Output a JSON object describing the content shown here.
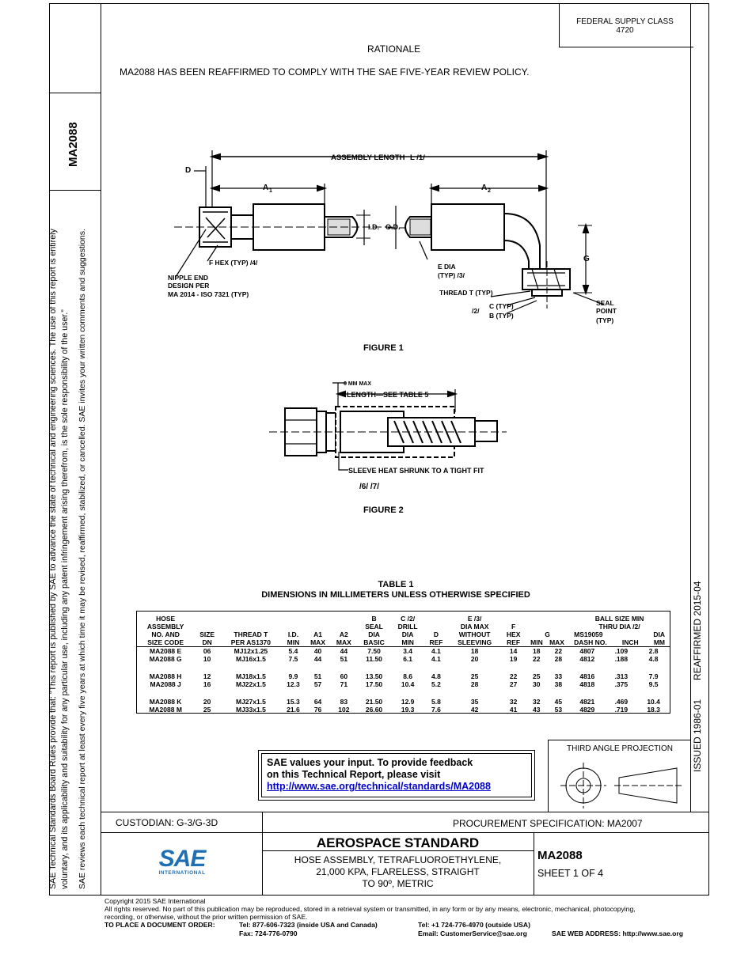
{
  "header": {
    "federal_supply_line1": "FEDERAL SUPPLY CLASS",
    "federal_supply_line2": "4720",
    "rationale_title": "RATIONALE",
    "rationale_text": "MA2088 HAS BEEN REAFFIRMED TO COMPLY WITH THE SAE FIVE-YEAR REVIEW POLICY."
  },
  "margin": {
    "doc_number": "MA2088",
    "disclaimer_line1": "SAE Technical Standards Board Rules provide that: “This report is published by SAE to advance the state of technical and engineering sciences. The use of this report is entirely",
    "disclaimer_line2": "voluntary, and its applicability and suitability for any particular use, including any patent infringement arising therefrom, is the sole responsibility of the user.”",
    "review_line": "SAE reviews each technical report at least every five years at which time it may be revised, reaffirmed, stabilized, or cancelled. SAE invites your written comments and suggestions.",
    "issued": "ISSUED 1986-01",
    "reaffirmed": "REAFFIRMED 2015-04"
  },
  "figure1": {
    "assembly_length": "ASSEMBLY LENGTH",
    "l_ref": "L  /1/",
    "d": "D",
    "a1": "A",
    "a1_sub": "1",
    "a2": "A",
    "a2_sub": "2",
    "id": "I.D.",
    "od": "O.D.",
    "f_hex": "F HEX (TYP) /4/",
    "nipple_1": "NIPPLE END",
    "nipple_2": "DESIGN PER",
    "nipple_3": "MA 2014 - ISO 7321 (TYP)",
    "e_dia_1": "E DIA",
    "e_dia_2": "(TYP)  /3/",
    "thread": "THREAD T (TYP)",
    "c_typ": "C (TYP)",
    "b_typ": "B (TYP)",
    "note2": "/2/",
    "g": "G",
    "seal_1": "SEAL",
    "seal_2": "POINT",
    "seal_3": "(TYP)",
    "caption": "FIGURE 1"
  },
  "figure2": {
    "max": "6  MM MAX",
    "length": "LENGTH—SEE TABLE 5",
    "sleeve": "SLEEVE HEAT SHRUNK TO A TIGHT FIT",
    "notes": "/6/ /7/",
    "caption": "FIGURE 2"
  },
  "table1": {
    "title": "TABLE 1",
    "subtitle": "DIMENSIONS IN MILLIMETERS UNLESS OTHERWISE SPECIFIED",
    "headers": {
      "hose": [
        "HOSE",
        "ASSEMBLY",
        "NO. AND",
        "SIZE CODE"
      ],
      "size": [
        "SIZE",
        "DN"
      ],
      "thread": [
        "THREAD T",
        "PER AS1370"
      ],
      "id": [
        "I.D.",
        "MIN"
      ],
      "a1": [
        "A1",
        "MAX"
      ],
      "a2": [
        "A2",
        "MAX"
      ],
      "b": [
        "B",
        "SEAL",
        "DIA",
        "BASIC"
      ],
      "c": [
        "C /2/",
        "DRILL",
        "DIA",
        "MIN"
      ],
      "d": [
        "D",
        "REF"
      ],
      "e": [
        "E /3/",
        "DIA MAX",
        "WITHOUT",
        "SLEEVING"
      ],
      "f": [
        "F",
        "HEX",
        "REF"
      ],
      "g": "G",
      "g_min": "MIN",
      "g_max": "MAX",
      "ball": [
        "BALL SIZE MIN",
        "THRU DIA /2/"
      ],
      "ms": [
        "MS19059",
        "DASH NO."
      ],
      "dia": "DIA",
      "inch": "INCH",
      "mm": "MM"
    },
    "groups": [
      [
        [
          "MA2088 E",
          "06",
          "MJ12x1.25",
          "5.4",
          "40",
          "44",
          "7.50",
          "3.4",
          "4.1",
          "18",
          "14",
          "18",
          "22",
          "4807",
          ".109",
          "2.8"
        ],
        [
          "MA2088 G",
          "10",
          "MJ16x1.5",
          "7.5",
          "44",
          "51",
          "11.50",
          "6.1",
          "4.1",
          "20",
          "19",
          "22",
          "28",
          "4812",
          ".188",
          "4.8"
        ]
      ],
      [
        [
          "MA2088 H",
          "12",
          "MJ18x1.5",
          "9.9",
          "51",
          "60",
          "13.50",
          "8.6",
          "4.8",
          "25",
          "22",
          "25",
          "33",
          "4816",
          ".313",
          "7.9"
        ],
        [
          "MA2088 J",
          "16",
          "MJ22x1.5",
          "12.3",
          "57",
          "71",
          "17.50",
          "10.4",
          "5.2",
          "28",
          "27",
          "30",
          "38",
          "4818",
          ".375",
          "9.5"
        ]
      ],
      [
        [
          "MA2088 K",
          "20",
          "MJ27x1.5",
          "15.3",
          "64",
          "83",
          "21.50",
          "12.9",
          "5.8",
          "35",
          "32",
          "32",
          "45",
          "4821",
          ".469",
          "10.4"
        ],
        [
          "MA2088 M",
          "25",
          "MJ33x1.5",
          "21.6",
          "76",
          "102",
          "26.60",
          "19.3",
          "7.6",
          "42",
          "41",
          "43",
          "53",
          "4829",
          ".719",
          "18.3"
        ]
      ]
    ]
  },
  "feedback": {
    "line1": "SAE values your input. To provide feedback",
    "line2": "on this Technical Report, please visit",
    "link": "http://www.sae.org/technical/standards/MA2088"
  },
  "projection": {
    "label": "THIRD ANGLE PROJECTION"
  },
  "titleblock": {
    "custodian": "CUSTODIAN: G-3/G-3D",
    "procurement": "PROCUREMENT SPECIFICATION: MA2007",
    "logo_text": "SAE",
    "logo_sub": "INTERNATIONAL",
    "standard": "AEROSPACE STANDARD",
    "title_line1": "HOSE ASSEMBLY, TETRAFLUOROETHYLENE,",
    "title_line2": "21,000 KPA, FLARELESS, STRAIGHT",
    "title_line3": "TO 90º, METRIC",
    "doc_number": "MA2088",
    "sheet": "SHEET 1 OF 4"
  },
  "footer": {
    "copyright": "Copyright 2015 SAE International",
    "rights": "All rights reserved. No part of this publication may be reproduced, stored in a retrieval system or transmitted, in any form or by any means, electronic, mechanical, photocopying,",
    "rights2": "recording, or otherwise, without the prior written permission of SAE.",
    "order_label": "TO PLACE A DOCUMENT ORDER:",
    "tel_us": "Tel:  877-606-7323 (inside USA and Canada)",
    "fax": "Fax:  724-776-0790",
    "tel_out": "Tel:  +1 724-776-4970 (outside USA)",
    "email": "Email:  CustomerService@sae.org",
    "web": "SAE WEB ADDRESS:  http://www.sae.org"
  }
}
